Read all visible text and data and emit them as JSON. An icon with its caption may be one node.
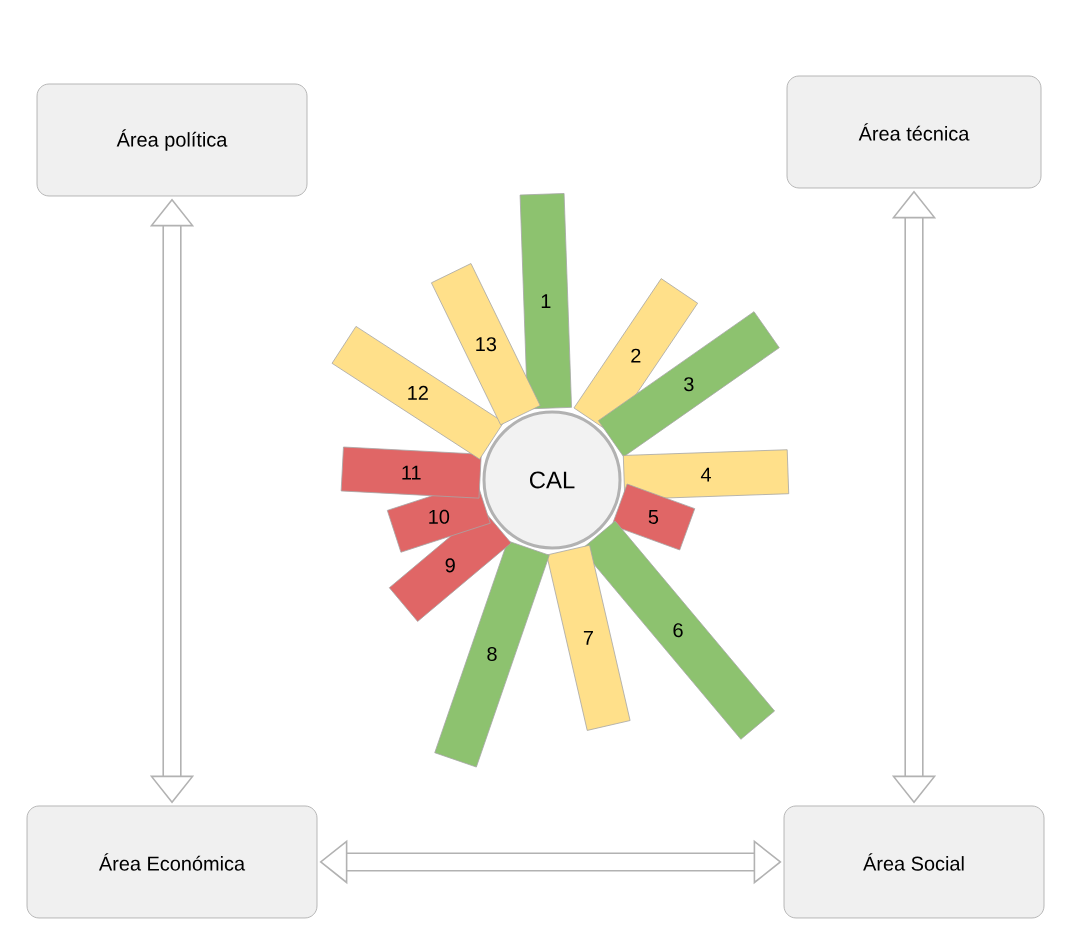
{
  "diagram": {
    "nodes": [
      {
        "text": [
          "Área política"
        ]
      },
      {
        "text": [
          "Área técnica"
        ]
      },
      {
        "text": [
          "CAL"
        ]
      },
      {
        "text": [
          "1"
        ]
      },
      {
        "text": [
          "2"
        ]
      },
      {
        "text": [
          "3"
        ]
      },
      {
        "text": [
          "4"
        ]
      },
      {
        "text": [
          "5"
        ]
      },
      {
        "text": [
          "6"
        ]
      },
      {
        "text": [
          "7"
        ]
      },
      {
        "text": [
          "8"
        ]
      },
      {
        "text": [
          "9"
        ]
      },
      {
        "text": [
          "10"
        ]
      },
      {
        "text": [
          "11"
        ]
      },
      {
        "text": [
          "12"
        ]
      },
      {
        "text": [
          "13"
        ]
      },
      {
        "text": [
          "Área Económica"
        ]
      },
      {
        "text": [
          "Área Social"
        ]
      }
    ],
    "edges": [
      {
        "from": 0,
        "to": 16,
        "arrow": "both"
      },
      {
        "from": 1,
        "to": 17,
        "arrow": "both"
      },
      {
        "from": 16,
        "to": 17,
        "arrow": "both"
      }
    ]
  }
}
